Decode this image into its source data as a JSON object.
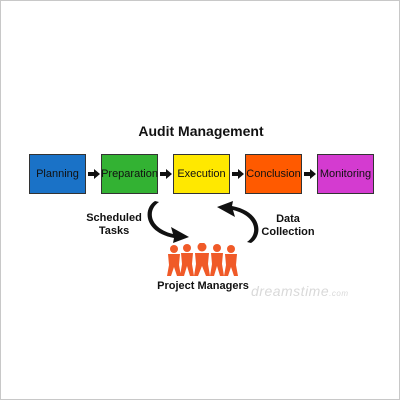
{
  "title": "Audit Management",
  "steps": [
    {
      "label": "Planning",
      "color": "#1a72c7"
    },
    {
      "label": "Preparation",
      "color": "#33b233"
    },
    {
      "label": "Execution",
      "color": "#ffe800"
    },
    {
      "label": "Conclusion",
      "color": "#ff5a00"
    },
    {
      "label": "Monitoring",
      "color": "#d43bd0"
    }
  ],
  "left_label_line1": "Scheduled",
  "left_label_line2": "Tasks",
  "right_label_line1": "Data",
  "right_label_line2": "Collection",
  "bottom_label": "Project Managers",
  "people_color": "#f05a28",
  "watermark": "dreamstime",
  "watermark_suffix": ".com"
}
